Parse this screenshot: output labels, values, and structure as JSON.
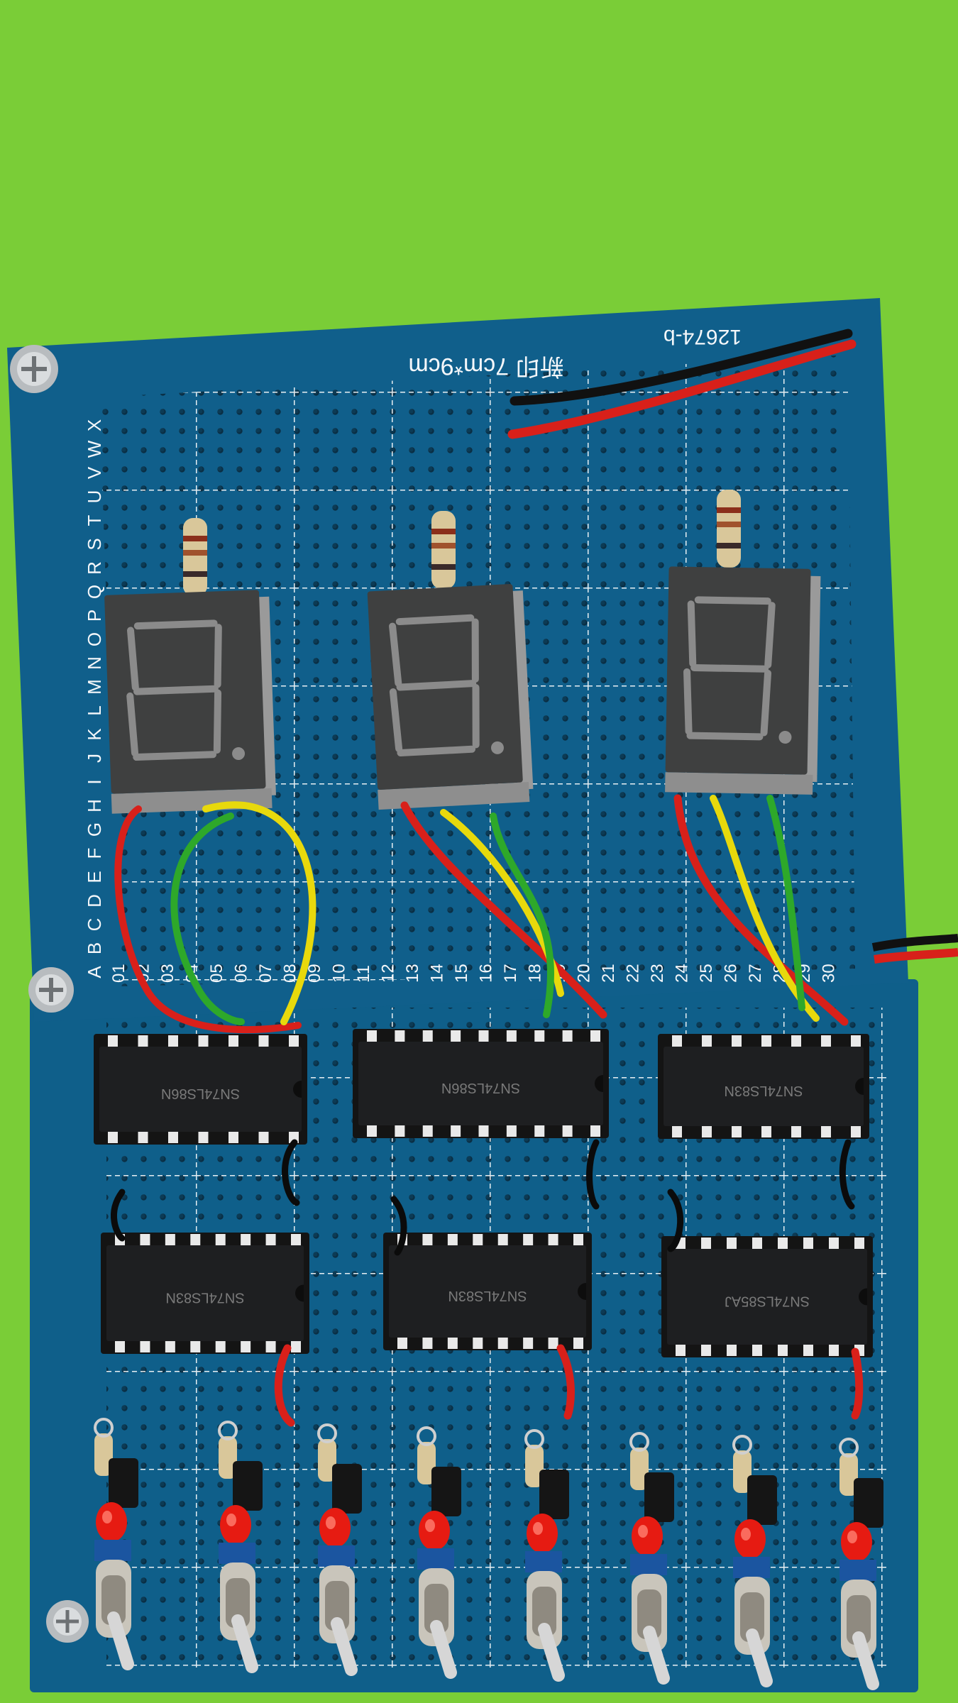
{
  "board_top": {
    "silkscreen_title": "新印 7cm*9cm",
    "part_code": "12674-b",
    "row_letters": [
      "A",
      "B",
      "C",
      "D",
      "E",
      "F",
      "G",
      "H",
      "I",
      "J",
      "K",
      "L",
      "M",
      "N",
      "O",
      "P",
      "Q",
      "R",
      "S",
      "T",
      "U",
      "V",
      "W",
      "X"
    ],
    "column_numbers": [
      "01",
      "02",
      "03",
      "04",
      "05",
      "06",
      "07",
      "08",
      "09",
      "10",
      "11",
      "12",
      "13",
      "14",
      "15",
      "16",
      "17",
      "18",
      "19",
      "20",
      "21",
      "22",
      "23",
      "24",
      "25",
      "26",
      "27",
      "28",
      "29",
      "30"
    ]
  },
  "displays": [
    {
      "name": "display-left",
      "shows": "8."
    },
    {
      "name": "display-middle",
      "shows": "8."
    },
    {
      "name": "display-right",
      "shows": "8."
    }
  ],
  "chips": [
    {
      "label": "SN74LS86N"
    },
    {
      "label": "SN74LS86N"
    },
    {
      "label": "SN74LS83N"
    },
    {
      "label": "SN74LS83N"
    },
    {
      "label": "SN74LS83N"
    },
    {
      "label": "SN74LS85AJ"
    }
  ],
  "switch_count": 8,
  "colors": {
    "background": "#7fd13a",
    "pcb": "#0f5f8a",
    "silkscreen": "#f4f7fa",
    "wire_red": "#d8201a",
    "wire_yellow": "#e8d90c",
    "wire_green": "#2ea82a",
    "led_red": "#e61b12"
  }
}
